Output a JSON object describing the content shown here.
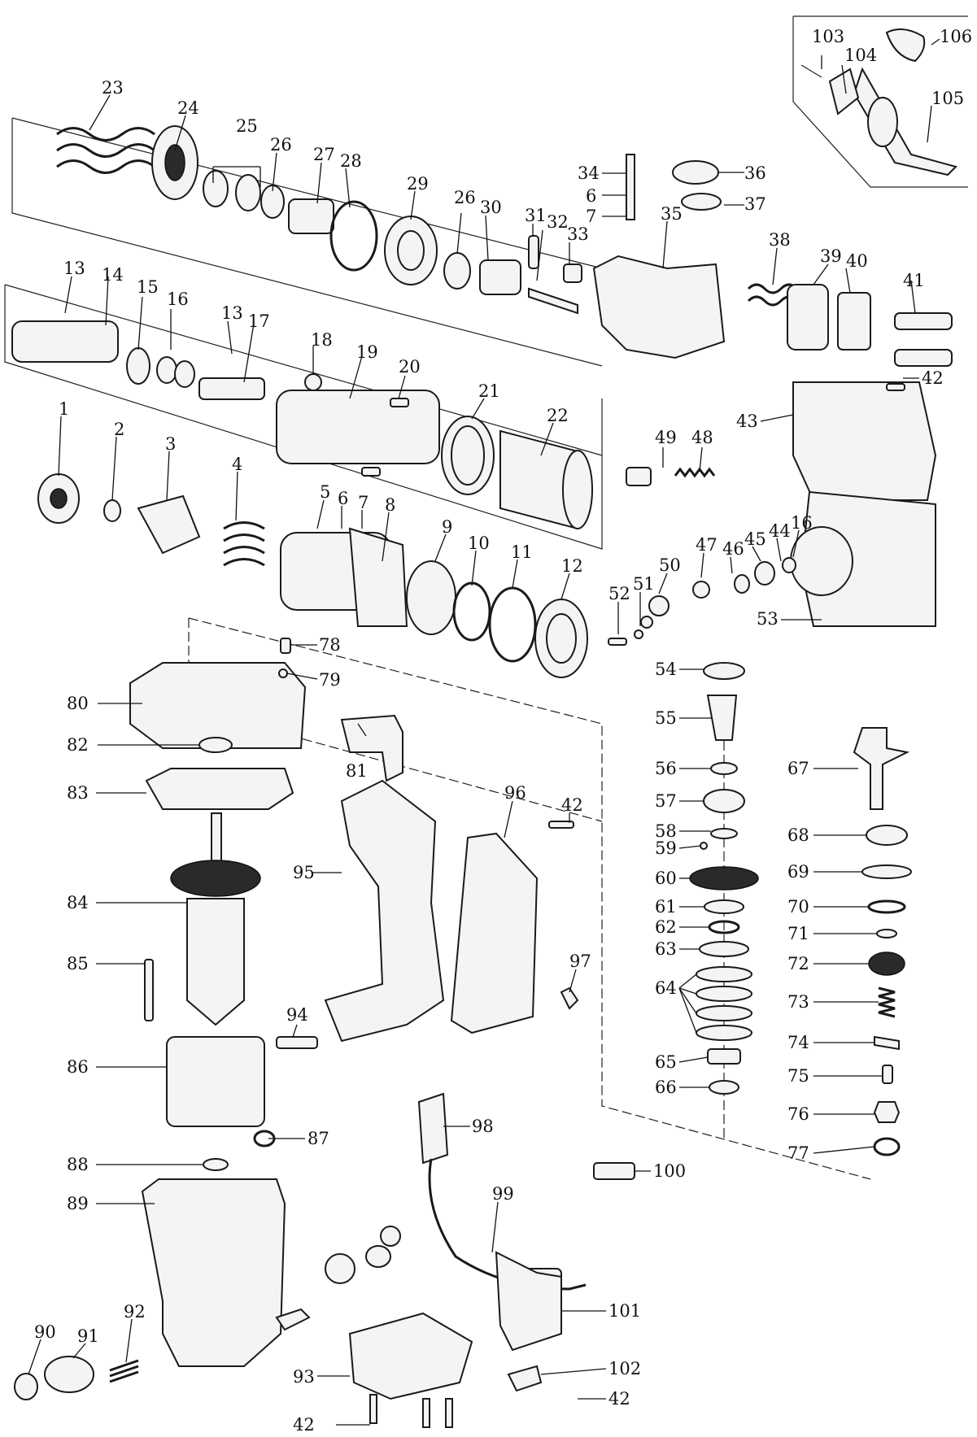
{
  "diagram": {
    "type": "exploded-parts-view",
    "part_labels": [
      "1",
      "2",
      "3",
      "4",
      "5",
      "6",
      "7",
      "8",
      "9",
      "10",
      "11",
      "12",
      "13",
      "14",
      "15",
      "16",
      "17",
      "18",
      "19",
      "20",
      "21",
      "22",
      "23",
      "24",
      "25",
      "26",
      "27",
      "28",
      "29",
      "30",
      "31",
      "32",
      "33",
      "34",
      "35",
      "36",
      "37",
      "38",
      "39",
      "40",
      "41",
      "42",
      "43",
      "44",
      "45",
      "46",
      "47",
      "48",
      "49",
      "50",
      "51",
      "52",
      "53",
      "54",
      "55",
      "56",
      "57",
      "58",
      "59",
      "60",
      "61",
      "62",
      "63",
      "64",
      "65",
      "66",
      "67",
      "68",
      "69",
      "70",
      "71",
      "72",
      "73",
      "74",
      "75",
      "76",
      "77",
      "78",
      "79",
      "80",
      "81",
      "82",
      "83",
      "84",
      "85",
      "86",
      "87",
      "88",
      "89",
      "90",
      "91",
      "92",
      "93",
      "94",
      "95",
      "96",
      "97",
      "98",
      "99",
      "100",
      "101",
      "102",
      "103",
      "104",
      "105",
      "106"
    ]
  }
}
